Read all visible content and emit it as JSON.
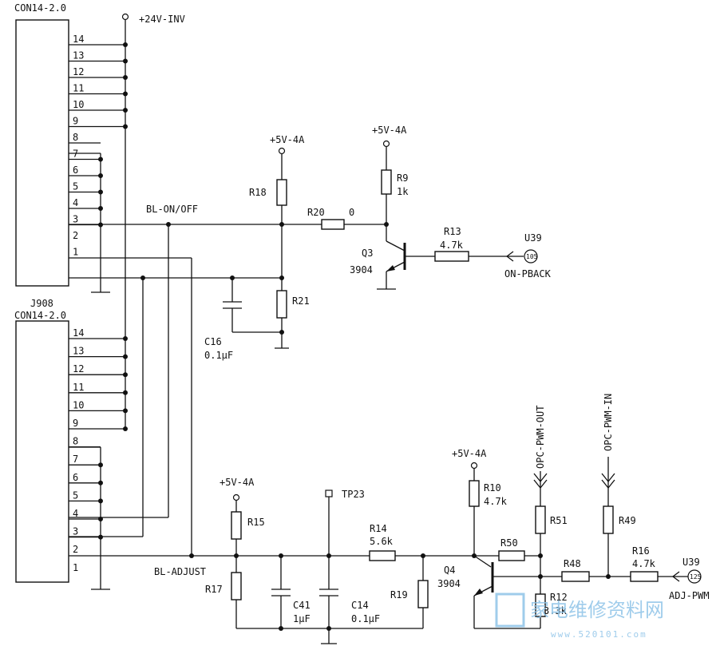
{
  "connectors": {
    "top_name": "CON14-2.0",
    "bottom_ref": "J908",
    "bottom_name": "CON14-2.0",
    "pins": [
      "14",
      "13",
      "12",
      "11",
      "10",
      "9",
      "8",
      "7",
      "6",
      "5",
      "4",
      "3",
      "2",
      "1"
    ]
  },
  "nets": {
    "v24": "+24V-INV",
    "v5_a": "+5V-4A",
    "v5_b": "+5V-4A",
    "v5_c": "+5V-4A",
    "v5_d": "+5V-4A",
    "bl_onoff": "BL-ON/OFF",
    "bl_adjust": "BL-ADJUST",
    "on_pback": "ON-PBACK",
    "adj_pwm": "ADJ-PWM",
    "opc_out": "OPC-PWM-OUT",
    "opc_in": "OPC-PWM-IN",
    "tp23": "TP23"
  },
  "components": {
    "r18": "R18",
    "r20": "R20",
    "r20_val": "0",
    "r9": "R9",
    "r9_val": "1k",
    "q3": "Q3",
    "q3_val": "3904",
    "r13": "R13",
    "r13_val": "4.7k",
    "u39_a": "U39",
    "u39_a_pin": "105",
    "r21": "R21",
    "c16": "C16",
    "c16_val": "0.1μF",
    "r15": "R15",
    "r17": "R17",
    "c41": "C41",
    "c41_val": "1μF",
    "c14": "C14",
    "c14_val": "0.1μF",
    "r14": "R14",
    "r14_val": "5.6k",
    "r19": "R19",
    "r10": "R10",
    "r10_val": "4.7k",
    "q4": "Q4",
    "q4_val": "3904",
    "r50": "R50",
    "r51": "R51",
    "r12": "R12",
    "r12_val": "3.3k",
    "r48": "R48",
    "r49": "R49",
    "r16": "R16",
    "r16_val": "4.7k",
    "u39_b": "U39",
    "u39_b_pin": "125"
  },
  "watermark": {
    "text": "家电维修资料网",
    "url": "www.520101.com"
  }
}
